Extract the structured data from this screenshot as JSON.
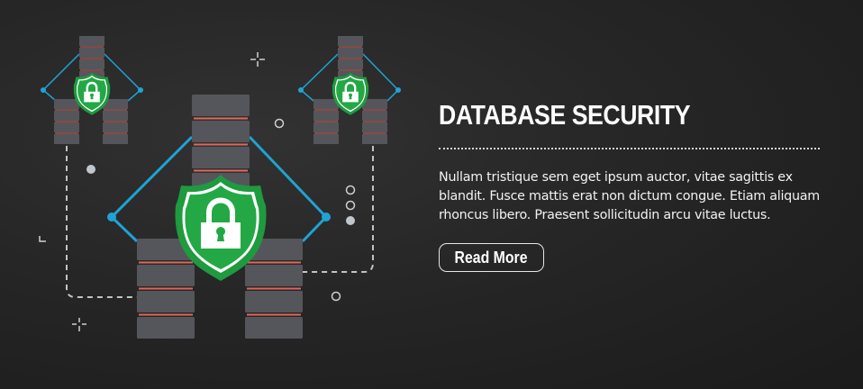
{
  "banner": {
    "title": "DATABASE SECURITY",
    "body": "Nullam tristique sem eget ipsum auctor, vitae sagittis ex blandit. Fusce mattis erat non dictum congue. Etiam aliquam rhoncus libero. Praesent sollicitudin arcu vitae luctus.",
    "cta_label": "Read More"
  },
  "illustration": {
    "subject": "database-servers-protected-by-shield-lock",
    "icons": [
      "server-stack-icon",
      "shield-lock-icon",
      "network-node-icon",
      "crosshair-icon",
      "ring-icon",
      "dot-icon",
      "corner-bracket-icon"
    ]
  },
  "colors": {
    "background": "#262626",
    "server_gray": "#55565b",
    "server_stripe": "#e2675d",
    "shield_green": "#23a845",
    "shield_outline": "#ffffff",
    "network_line": "#1fa3d4",
    "dashed_line": "#c9c9c9",
    "text": "#ffffff"
  }
}
